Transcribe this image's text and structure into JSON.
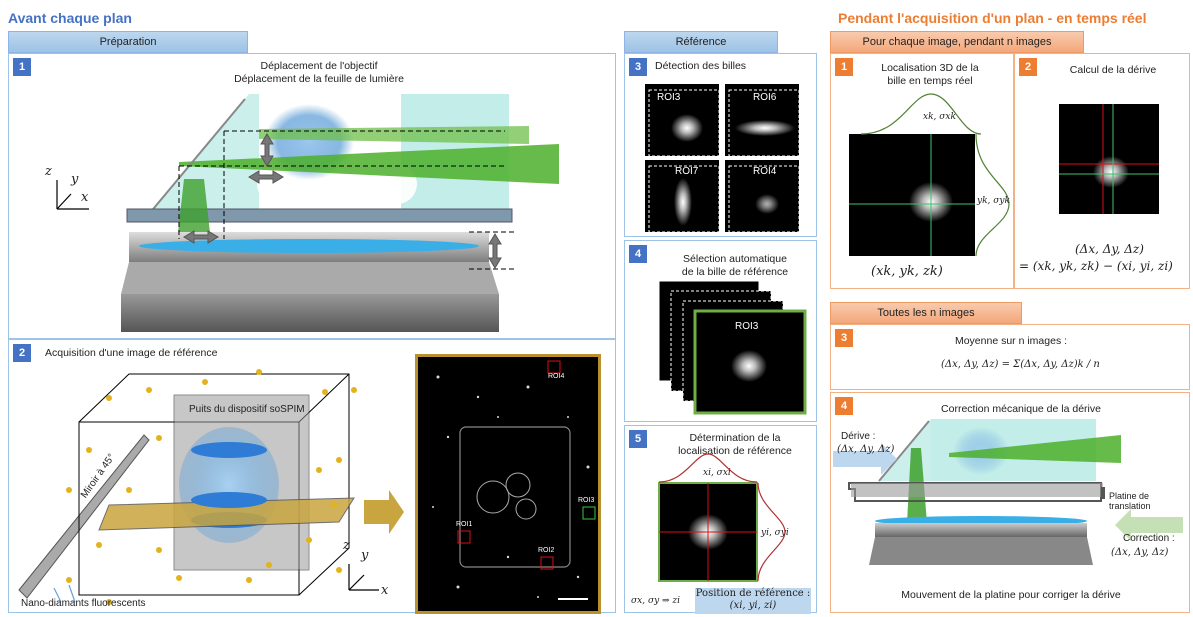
{
  "headings": {
    "left": "Avant chaque plan",
    "right": "Pendant l'acquisition d'un plan - en temps réel"
  },
  "tabs": {
    "preparation": "Préparation",
    "reference": "Référence",
    "per_image": "Pour chaque image, pendant n images",
    "all_images": "Toutes les n images"
  },
  "steps": {
    "p1": {
      "num": "1",
      "line1": "Déplacement de l'objectif",
      "line2": "Déplacement de la feuille de lumière"
    },
    "p2": {
      "num": "2",
      "title": "Acquisition d'une image de référence",
      "well_label": "Puits du dispositif soSPIM",
      "mirror_label": "Miroir à 45°",
      "nano_label": "Nano-diamants fluorescents"
    },
    "r3": {
      "num": "3",
      "title": "Détection des billes",
      "rois": [
        "ROI3",
        "ROI6",
        "ROI7",
        "ROI4"
      ]
    },
    "r4": {
      "num": "4",
      "line1": "Sélection automatique",
      "line2": "de la bille de référence",
      "roi": "ROI3"
    },
    "r5": {
      "num": "5",
      "line1": "Détermination de la",
      "line2": "localisation de référence",
      "formula": "σx, σy ⇒ zi",
      "badge_line1": "Position de référence :",
      "badge_line2": "(xi, yi, zi)",
      "top_label": "xi, σxi",
      "side_label": "yi, σyi"
    },
    "t1": {
      "num": "1",
      "line1": "Localisation 3D de la",
      "line2": "bille en temps réel",
      "top_label": "xk, σxk",
      "side_label": "yk, σyk",
      "formula": "(xk, yk, zk)"
    },
    "t2": {
      "num": "2",
      "title": "Calcul de la dérive",
      "formula1": "(Δx, Δy, Δz)",
      "formula2": "= (xk, yk, zk) − (xi, yi, zi)"
    },
    "t3": {
      "num": "3",
      "title": "Moyenne sur n images :",
      "formula": "(Δx, Δy, Δz) = Σ(Δx, Δy, Δz)k / n"
    },
    "t4": {
      "num": "4",
      "title": "Correction mécanique de la dérive",
      "drift_l1": "Dérive :",
      "drift_l2": "(Δx, Δy, Δz)",
      "stage_label": "Platine de translation",
      "corr_l1": "Correction :",
      "corr_l2": "(Δx, Δy, Δz)",
      "caption": "Mouvement de la platine pour corriger la dérive"
    }
  },
  "micro_rois": [
    "ROI4",
    "ROI3",
    "ROI1",
    "ROI2"
  ],
  "axes": {
    "z": "z",
    "y": "y",
    "x": "x"
  },
  "colors": {
    "blue": "#4472c4",
    "orange": "#ed7d31",
    "green": "#70ad47",
    "red": "#c00000"
  }
}
